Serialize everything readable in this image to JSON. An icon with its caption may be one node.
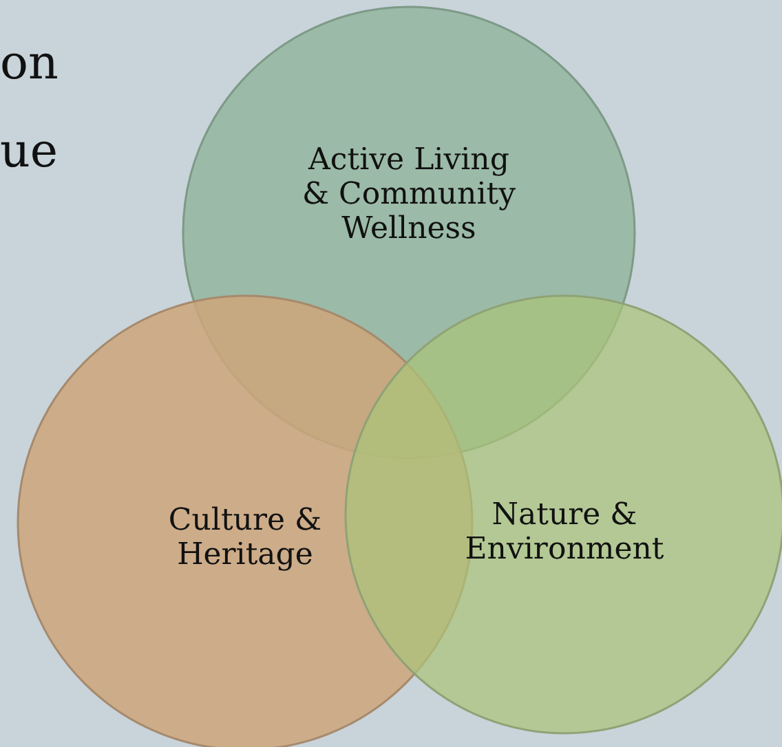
{
  "diagram": {
    "nodes": [
      {
        "text": [
          "Active Living & Community Wellness"
        ]
      },
      {
        "text": [
          "Culture & Heritage"
        ]
      },
      {
        "text": [
          "Nature & Environment"
        ]
      }
    ],
    "edges": [],
    "labels": [
      "on",
      "ue"
    ]
  }
}
